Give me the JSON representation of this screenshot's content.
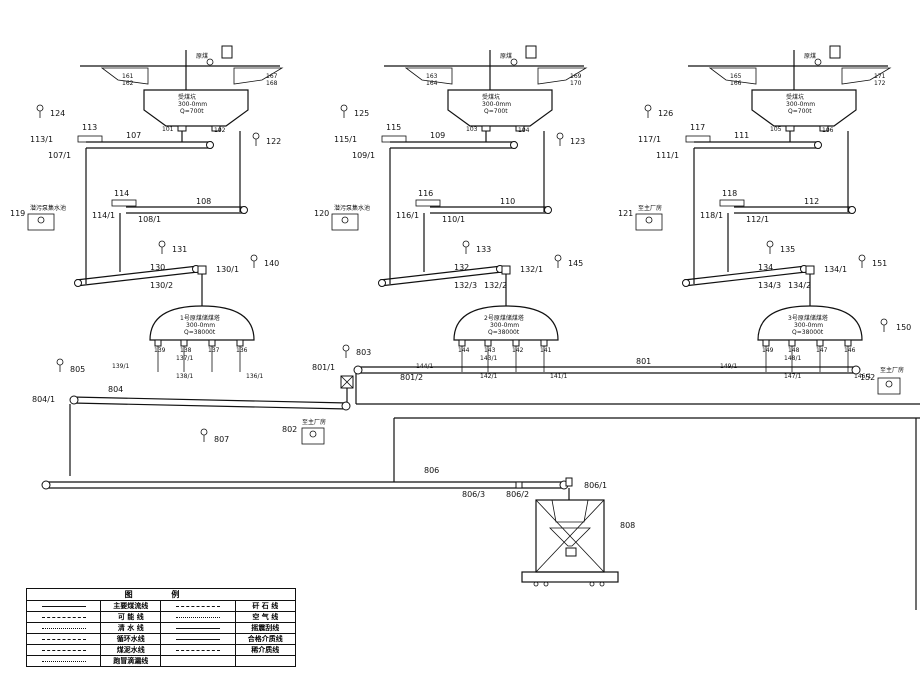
{
  "units": [
    {
      "raw_bin": "原煤",
      "feeders": [
        "161",
        "162",
        "167",
        "168"
      ],
      "bin": {
        "title": "受煤坑",
        "size": "300-0mm",
        "cap": "Q=700t"
      },
      "outlets": [
        "101",
        "102"
      ],
      "conv_a": "107",
      "conv_b": "108",
      "tags": {
        "t1": "113",
        "t1b": "113/1",
        "t1c": "107/1",
        "t2": "114",
        "t2b": "114/1",
        "t2c": "108/1",
        "sump": "119",
        "sump_label": "潜污泵集水池",
        "gauge_a": "124",
        "gauge_b": "122",
        "gauge_c": "131",
        "gauge_d": "140"
      },
      "incline": "130",
      "incline_a": "130/1",
      "incline_b": "130/2",
      "silo": {
        "title": "1号原煤储煤塔",
        "size": "300-0mm",
        "cap": "Q=38000t"
      },
      "silo_out": [
        "139",
        "138",
        "137",
        "136"
      ],
      "silo_tags": [
        "139/1",
        "137/1",
        "138/1",
        "136/1"
      ]
    },
    {
      "raw_bin": "原煤",
      "feeders": [
        "163",
        "164",
        "169",
        "170"
      ],
      "bin": {
        "title": "受煤坑",
        "size": "300-0mm",
        "cap": "Q=700t"
      },
      "outlets": [
        "103",
        "104"
      ],
      "conv_a": "109",
      "conv_b": "110",
      "tags": {
        "t1": "115",
        "t1b": "115/1",
        "t1c": "109/1",
        "t2": "116",
        "t2b": "116/1",
        "t2c": "110/1",
        "sump": "120",
        "sump_label": "潜污泵集水池",
        "gauge_a": "125",
        "gauge_b": "123",
        "gauge_c": "133",
        "gauge_d": "145"
      },
      "incline": "132",
      "incline_a": "132/1",
      "incline_b": "132/3",
      "incline_c": "132/2",
      "silo": {
        "title": "2号原煤储煤塔",
        "size": "300-0mm",
        "cap": "Q=38000t"
      },
      "silo_out": [
        "144",
        "143",
        "142",
        "141"
      ],
      "silo_tags": [
        "144/1",
        "143/1",
        "142/1",
        "141/1"
      ]
    },
    {
      "raw_bin": "原煤",
      "feeders": [
        "165",
        "166",
        "171",
        "172"
      ],
      "bin": {
        "title": "受煤坑",
        "size": "300-0mm",
        "cap": "Q=700t"
      },
      "outlets": [
        "105",
        "106"
      ],
      "conv_a": "111",
      "conv_b": "112",
      "tags": {
        "t1": "117",
        "t1b": "117/1",
        "t1c": "111/1",
        "t2": "118",
        "t2b": "118/1",
        "t2c": "112/1",
        "sump": "121",
        "sump_label": "至主厂房",
        "gauge_a": "126",
        "gauge_b": "",
        "gauge_c": "135",
        "gauge_d": "151"
      },
      "incline": "134",
      "incline_a": "134/1",
      "incline_b": "134/3",
      "incline_c": "134/2",
      "silo": {
        "title": "3号原煤储煤塔",
        "size": "300-0mm",
        "cap": "Q=38000t"
      },
      "silo_out": [
        "149",
        "148",
        "147",
        "146"
      ],
      "silo_tags": [
        "149/1",
        "148/1",
        "147/1",
        "146/1"
      ]
    }
  ],
  "main": {
    "conv_801": "801",
    "t801_1": "801/1",
    "t801_2": "801/2",
    "g803": "803",
    "g805": "805",
    "g807": "807",
    "g150": "150",
    "conv_804": "804",
    "t804_1": "804/1",
    "t802": "802",
    "t802_label": "至主厂房",
    "t152": "152",
    "t152_label": "至主厂房",
    "conv_806": "806",
    "t806_1": "806/1",
    "t806_2": "806/2",
    "t806_3": "806/3",
    "silo_808": "808"
  },
  "legend": {
    "title": "图 例",
    "rows": [
      [
        "主要煤流线",
        "矸 石 线"
      ],
      [
        "可 能 线",
        "空 气 线"
      ],
      [
        "清 水 线",
        "摇震刮线"
      ],
      [
        "循环水线",
        "合格介质线"
      ],
      [
        "煤泥水线",
        "稀介质线"
      ],
      [
        "跑冒滴漏线",
        ""
      ]
    ]
  }
}
